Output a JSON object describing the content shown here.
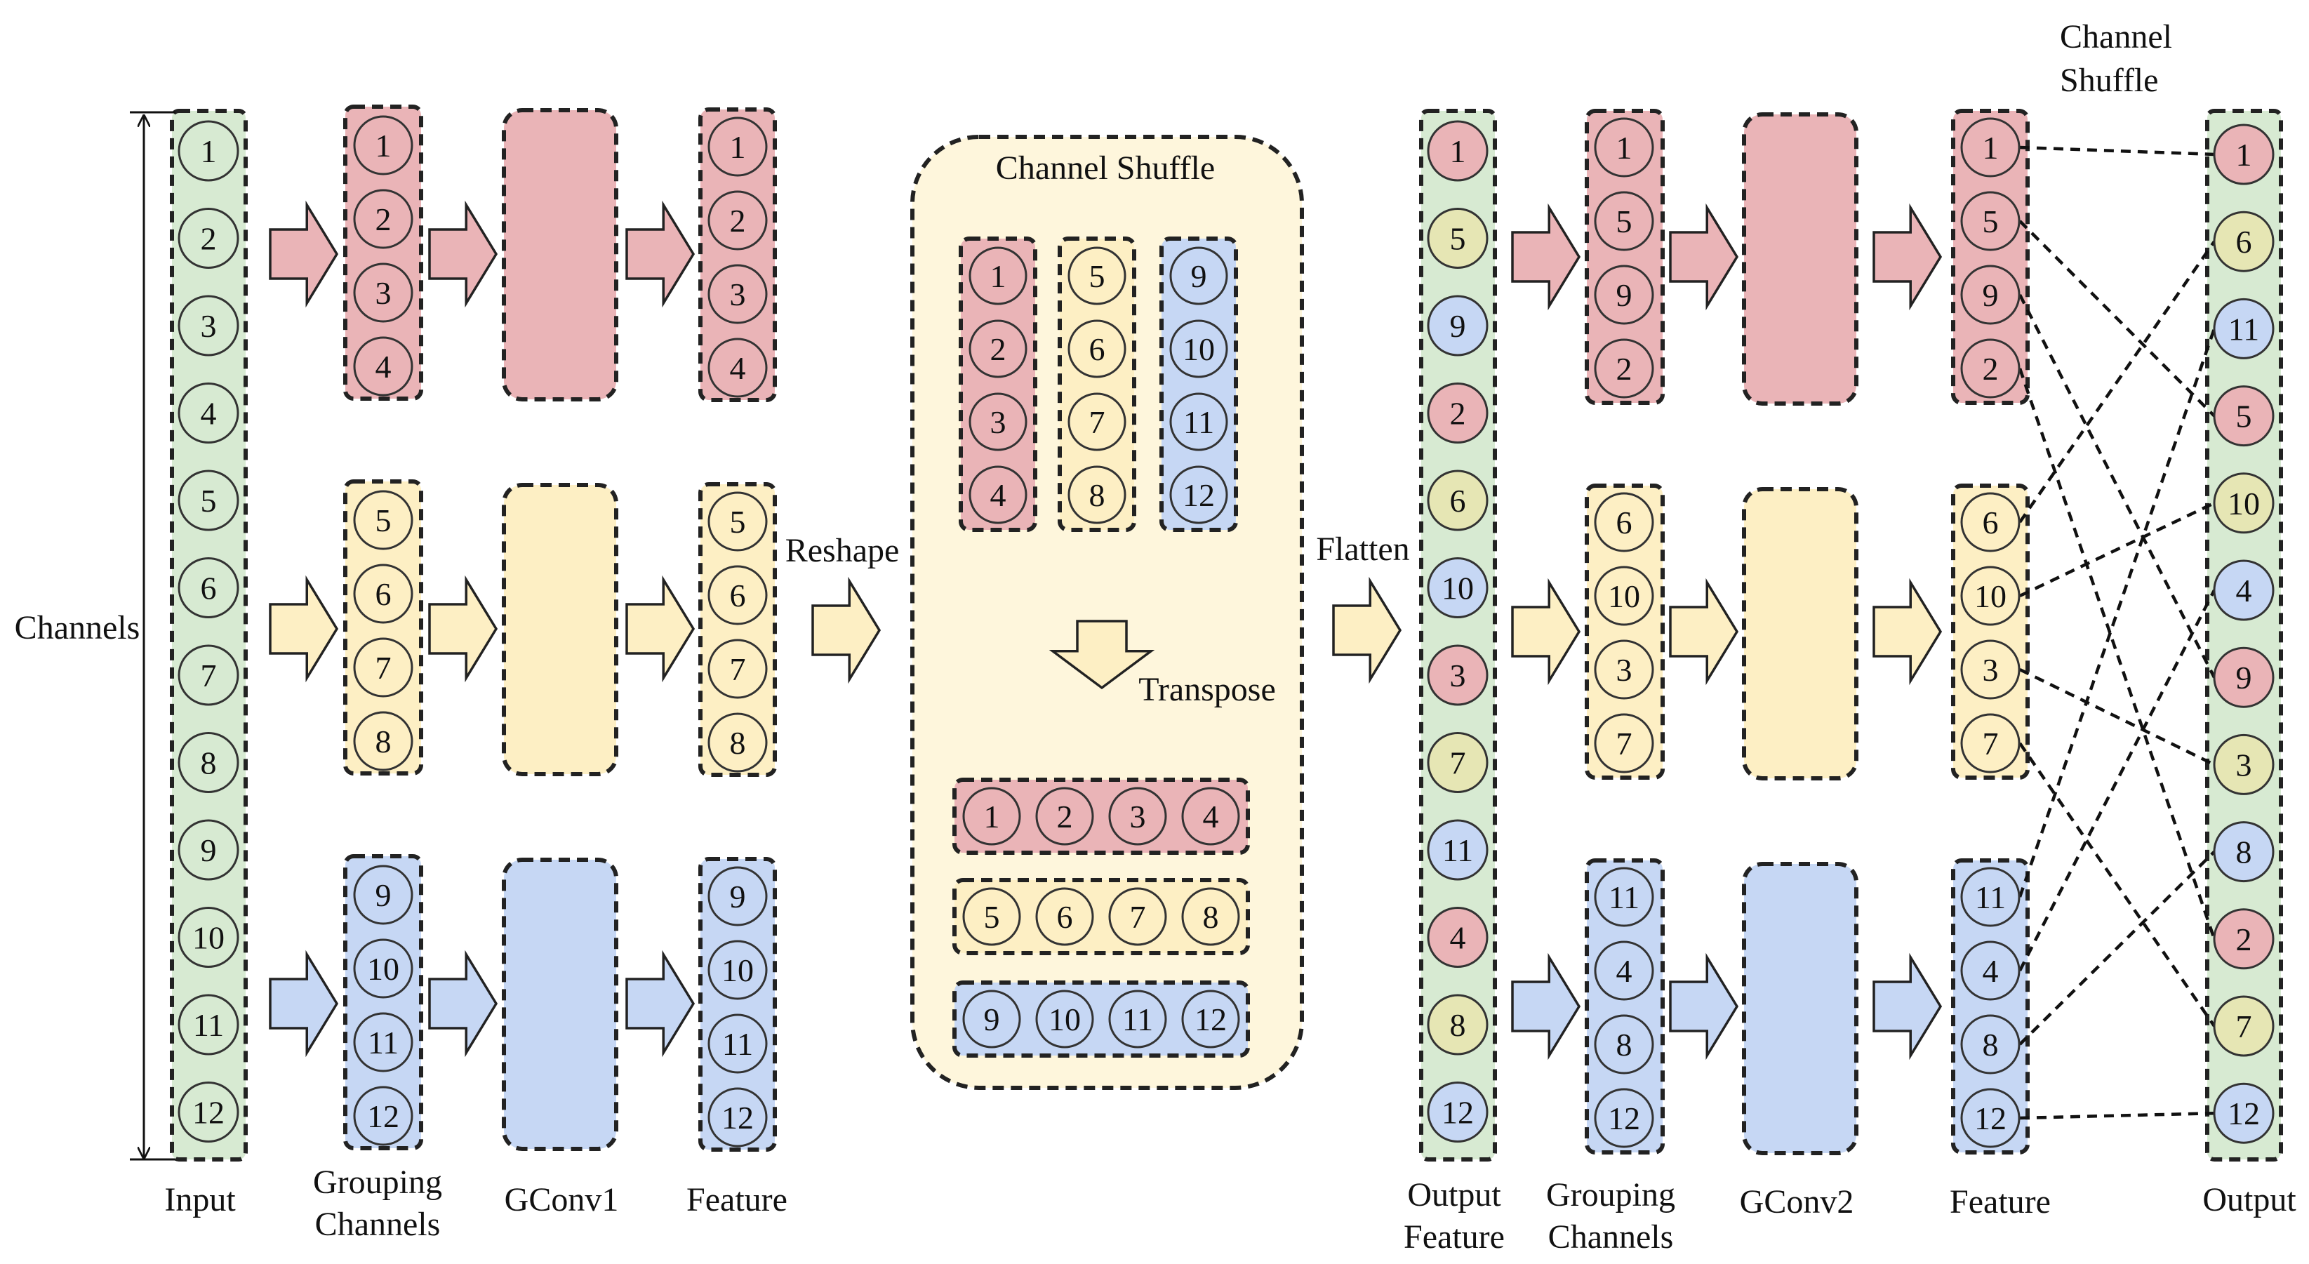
{
  "labels": {
    "channels": "Channels",
    "input": "Input",
    "grouping1_l1": "Grouping",
    "grouping1_l2": "Channels",
    "gconv1": "GConv1",
    "feature1": "Feature",
    "reshape": "Reshape",
    "channel_shuffle_title": "Channel Shuffle",
    "transpose": "Transpose",
    "flatten": "Flatten",
    "output_feature_l1": "Output",
    "output_feature_l2": "Feature",
    "grouping2_l1": "Grouping",
    "grouping2_l2": "Channels",
    "gconv2": "GConv2",
    "feature2": "Feature",
    "channel_shuffle2_l1": "Channel",
    "channel_shuffle2_l2": "Shuffle",
    "output": "Output"
  },
  "colors": {
    "red": "#eab4b7",
    "yellow": "#fdefc4",
    "blue": "#c6d7f4",
    "green": "#d7ead2",
    "olive": "#e6e6b4",
    "panel": "#fef6dc",
    "stroke": "#222222"
  },
  "input_channels": [
    "1",
    "2",
    "3",
    "4",
    "5",
    "6",
    "7",
    "8",
    "9",
    "10",
    "11",
    "12"
  ],
  "stage1_groups": [
    {
      "color": "red",
      "items": [
        "1",
        "2",
        "3",
        "4"
      ]
    },
    {
      "color": "yellow",
      "items": [
        "5",
        "6",
        "7",
        "8"
      ]
    },
    {
      "color": "blue",
      "items": [
        "9",
        "10",
        "11",
        "12"
      ]
    }
  ],
  "shuffle_columns": [
    {
      "color": "red",
      "items": [
        "1",
        "2",
        "3",
        "4"
      ]
    },
    {
      "color": "yellow",
      "items": [
        "5",
        "6",
        "7",
        "8"
      ]
    },
    {
      "color": "blue",
      "items": [
        "9",
        "10",
        "11",
        "12"
      ]
    }
  ],
  "shuffle_rows": [
    {
      "color": "red",
      "items": [
        "1",
        "2",
        "3",
        "4"
      ]
    },
    {
      "color": "yellow",
      "items": [
        "5",
        "6",
        "7",
        "8"
      ]
    },
    {
      "color": "blue",
      "items": [
        "9",
        "10",
        "11",
        "12"
      ]
    }
  ],
  "output_feature": [
    {
      "v": "1",
      "c": "red"
    },
    {
      "v": "5",
      "c": "olive"
    },
    {
      "v": "9",
      "c": "blue"
    },
    {
      "v": "2",
      "c": "red"
    },
    {
      "v": "6",
      "c": "olive"
    },
    {
      "v": "10",
      "c": "blue"
    },
    {
      "v": "3",
      "c": "red"
    },
    {
      "v": "7",
      "c": "olive"
    },
    {
      "v": "11",
      "c": "blue"
    },
    {
      "v": "4",
      "c": "red"
    },
    {
      "v": "8",
      "c": "olive"
    },
    {
      "v": "12",
      "c": "blue"
    }
  ],
  "stage2_groups": [
    {
      "color": "red",
      "items": [
        "1",
        "5",
        "9",
        "2"
      ]
    },
    {
      "color": "yellow",
      "items": [
        "6",
        "10",
        "3",
        "7"
      ]
    },
    {
      "color": "blue",
      "items": [
        "11",
        "4",
        "8",
        "12"
      ]
    }
  ],
  "final_output": [
    {
      "v": "1",
      "c": "red"
    },
    {
      "v": "6",
      "c": "olive"
    },
    {
      "v": "11",
      "c": "blue"
    },
    {
      "v": "5",
      "c": "red"
    },
    {
      "v": "10",
      "c": "olive"
    },
    {
      "v": "4",
      "c": "blue"
    },
    {
      "v": "9",
      "c": "red"
    },
    {
      "v": "3",
      "c": "olive"
    },
    {
      "v": "8",
      "c": "blue"
    },
    {
      "v": "2",
      "c": "red"
    },
    {
      "v": "7",
      "c": "olive"
    },
    {
      "v": "12",
      "c": "blue"
    }
  ],
  "shuffle_connections": [
    [
      "1",
      "1"
    ],
    [
      "5",
      "5"
    ],
    [
      "9",
      "9"
    ],
    [
      "2",
      "2"
    ],
    [
      "6",
      "6"
    ],
    [
      "10",
      "10"
    ],
    [
      "3",
      "3"
    ],
    [
      "7",
      "7"
    ],
    [
      "11",
      "11"
    ],
    [
      "4",
      "4"
    ],
    [
      "8",
      "8"
    ],
    [
      "12",
      "12"
    ]
  ]
}
